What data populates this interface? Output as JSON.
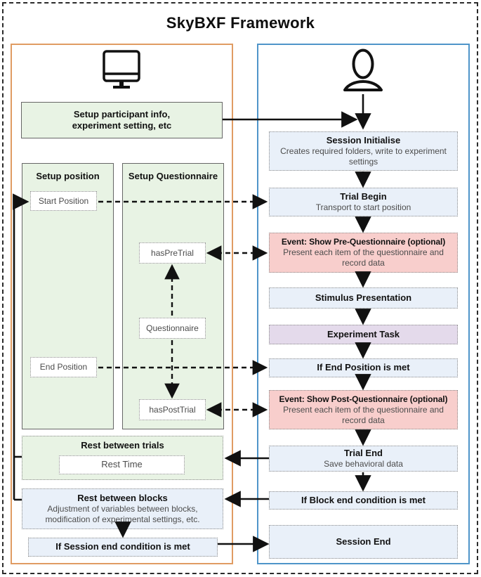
{
  "title": "SkyBXF Framework",
  "colors": {
    "left_panel_border": "#e09c63",
    "right_panel_border": "#4f95c9",
    "green_fill": "#e8f3e4",
    "blue_fill": "#e9f0f9",
    "pink_fill": "#f8cecc",
    "purple_fill": "#e4daeb",
    "box_border_solid": "#666666",
    "box_border_dotted": "#8a8a8a",
    "arrow_color": "#111111"
  },
  "left_panel": {
    "icon": "monitor-icon",
    "setup_info": "Setup participant info,\nexperiment setting, etc",
    "setup_position": {
      "title": "Setup position",
      "start": "Start Position",
      "end": "End Position"
    },
    "setup_questionnaire": {
      "title": "Setup Questionnaire",
      "has_pre_trial": "hasPreTrial",
      "questionnaire": "Questionnaire",
      "has_post_trial": "hasPostTrial"
    },
    "rest_trials": {
      "title": "Rest between trials",
      "rest_time": "Rest Time"
    },
    "rest_blocks": {
      "title": "Rest between blocks",
      "body": "Adjustment of variables between blocks,\nmodification of experimental settings, etc."
    },
    "session_end_check": "If Session end condition is met"
  },
  "right_panel": {
    "icon": "person-icon",
    "session_init": {
      "title": "Session Initialise",
      "body": "Creates required folders, write to experiment settings"
    },
    "trial_begin": {
      "title": "Trial Begin",
      "body": "Transport to start position"
    },
    "pre_questionnaire": {
      "title": "Event: Show Pre-Questionnaire (optional)",
      "body": "Present each item of the questionnaire and record data"
    },
    "stimulus": "Stimulus Presentation",
    "experiment_task": "Experiment Task",
    "end_position_check": "If End Position is met",
    "post_questionnaire": {
      "title": "Event: Show Post-Questionnaire (optional)",
      "body": "Present each item of the questionnaire and record data"
    },
    "trial_end": {
      "title": "Trial End",
      "body": "Save behavioral data"
    },
    "block_end_check": "If Block end condition is met",
    "session_end": "Session End"
  }
}
